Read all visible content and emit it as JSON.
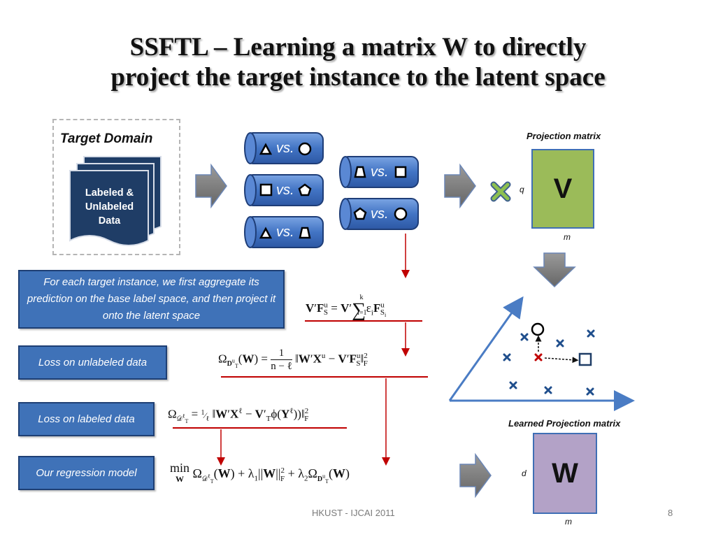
{
  "title_line1": "SSFTL – Learning a matrix W to directly",
  "title_line2": "project the target instance to the latent space",
  "target_domain": {
    "label": "Target Domain",
    "doc_line1": "Labeled &",
    "doc_line2": "Unlabeled",
    "doc_line3": "Data"
  },
  "classifiers": {
    "vs_text": "vs."
  },
  "projection": {
    "label": "Projection matrix",
    "matrix_letter": "V",
    "dim_q": "q",
    "dim_m": "m"
  },
  "learned_projection": {
    "label": "Learned Projection matrix",
    "matrix_letter": "W",
    "dim_d": "d",
    "dim_m": "m"
  },
  "boxes": {
    "aggregate": "For each target instance, we first aggregate its prediction on the base label space, and then project it onto the latent space",
    "loss_unlabeled": "Loss on unlabeled data",
    "loss_labeled": "Loss on labeled data",
    "regression": "Our regression model"
  },
  "footer": {
    "center": "HKUST - IJCAI 2011",
    "page": "8"
  },
  "colors": {
    "matrix_v": "#9bbb59",
    "matrix_w": "#b3a2c7",
    "box_blue": "#3f72b8",
    "cross_blue": "#1f4e8c",
    "cross_red": "#c00000",
    "arrow_gray": "#7f7f7f"
  }
}
